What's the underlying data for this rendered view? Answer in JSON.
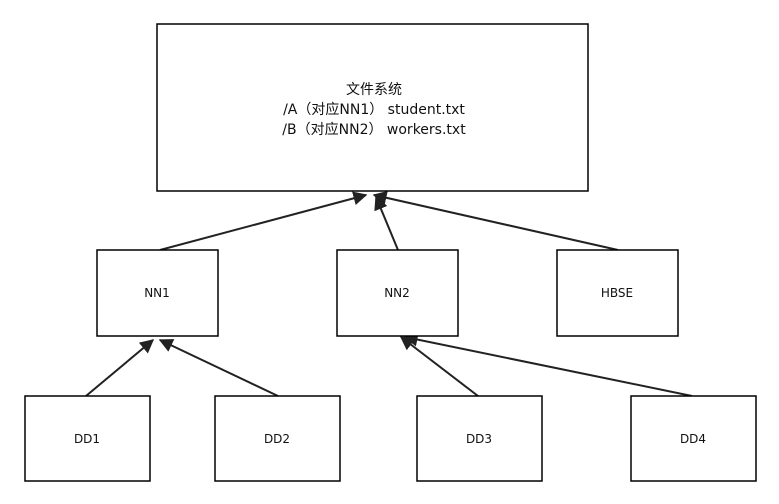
{
  "filesystem": {
    "title": "文件系统",
    "line_a": "/A（对应NN1） student.txt",
    "line_b": "/B（对应NN2） workers.txt"
  },
  "nodes": {
    "nn1": "NN1",
    "nn2": "NN2",
    "hbse": "HBSE",
    "dd1": "DD1",
    "dd2": "DD2",
    "dd3": "DD3",
    "dd4": "DD4"
  },
  "edges": [
    {
      "from": "NN1",
      "to": "文件系统"
    },
    {
      "from": "NN2",
      "to": "文件系统"
    },
    {
      "from": "HBSE",
      "to": "文件系统"
    },
    {
      "from": "DD1",
      "to": "NN1"
    },
    {
      "from": "DD2",
      "to": "NN1"
    },
    {
      "from": "DD3",
      "to": "NN2"
    },
    {
      "from": "DD4",
      "to": "NN2"
    }
  ],
  "colors": {
    "stroke": "#000000",
    "arrow": "#222222",
    "background": "#ffffff"
  }
}
